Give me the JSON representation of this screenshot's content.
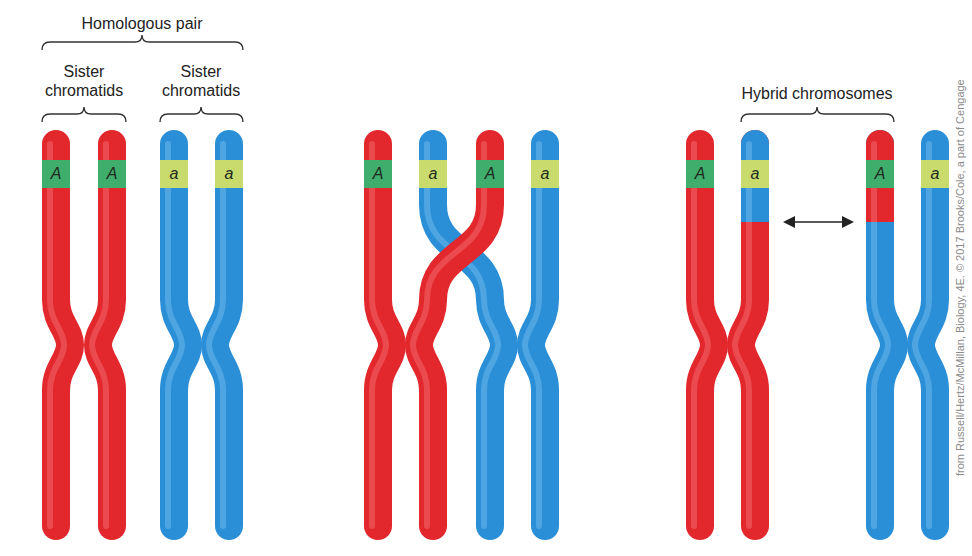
{
  "diagram": {
    "nodes": [
      {
        "text": [
          "A"
        ]
      },
      {
        "text": [
          "A"
        ]
      },
      {
        "text": [
          "a"
        ]
      },
      {
        "text": [
          "a"
        ]
      },
      {
        "text": [
          "A"
        ]
      },
      {
        "text": [
          "a"
        ]
      },
      {
        "text": [
          "A"
        ]
      },
      {
        "text": [
          "a"
        ]
      },
      {
        "text": [
          "A"
        ]
      },
      {
        "text": [
          "a"
        ]
      },
      {
        "text": [
          "A"
        ]
      },
      {
        "text": [
          "a"
        ]
      }
    ],
    "labels": [
      "Homologous pair",
      "Sister chromatids",
      "Sister chromatids",
      "Hybrid chromosomes",
      "from Russell/Hertz/McMillan, Biology, 4E. © 2017 Brooks/Cole, a part of Cengage"
    ]
  }
}
